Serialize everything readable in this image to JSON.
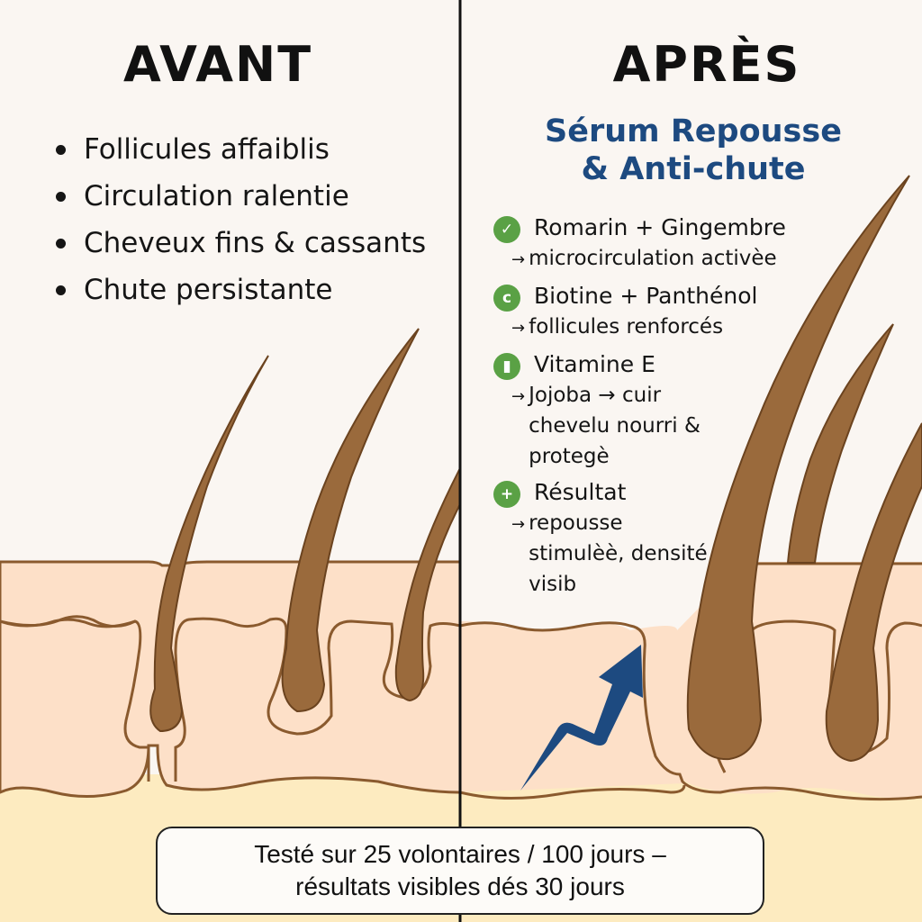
{
  "before": {
    "title": "AVANT",
    "items": [
      "Follicules affaiblis",
      "Circulation ralentie",
      "Cheveux fins & cassants",
      "Chute persistante"
    ]
  },
  "after": {
    "title": "APRÈS",
    "product_line1": "Sérum Repousse",
    "product_line2": "& Anti-chute",
    "benefits": [
      {
        "icon": "leaf-check-icon",
        "glyph": "✓",
        "head": "Romarin + Gingembre",
        "arrow": "→",
        "desc": "microcirculation activèe"
      },
      {
        "icon": "capsule-icon",
        "glyph": "c",
        "head": "Biotine + Panthénol",
        "arrow": "→",
        "desc": "follicules renforcés"
      },
      {
        "icon": "drop-icon",
        "glyph": "▮",
        "head": "Vitamine E",
        "arrow": "→",
        "desc": "Jojoba → cuir chevelu nourri & protegè"
      },
      {
        "icon": "plus-icon",
        "glyph": "+",
        "head": "Résultat",
        "arrow": "→",
        "desc": "repousse stimulèè, densité visib"
      }
    ]
  },
  "footer": {
    "line1": "Testé sur 25 volontaires / 100 jours –",
    "line2": "résultats visibles dés 30 jours"
  },
  "colors": {
    "background": "#faf6f2",
    "epidermis": "#fde0c8",
    "hypodermis": "#fdebc0",
    "hair": "#9a6a3c",
    "hair_outline": "#6b431f",
    "accent_blue": "#1d4a80",
    "icon_green": "#5aa145",
    "divider": "#111111"
  }
}
